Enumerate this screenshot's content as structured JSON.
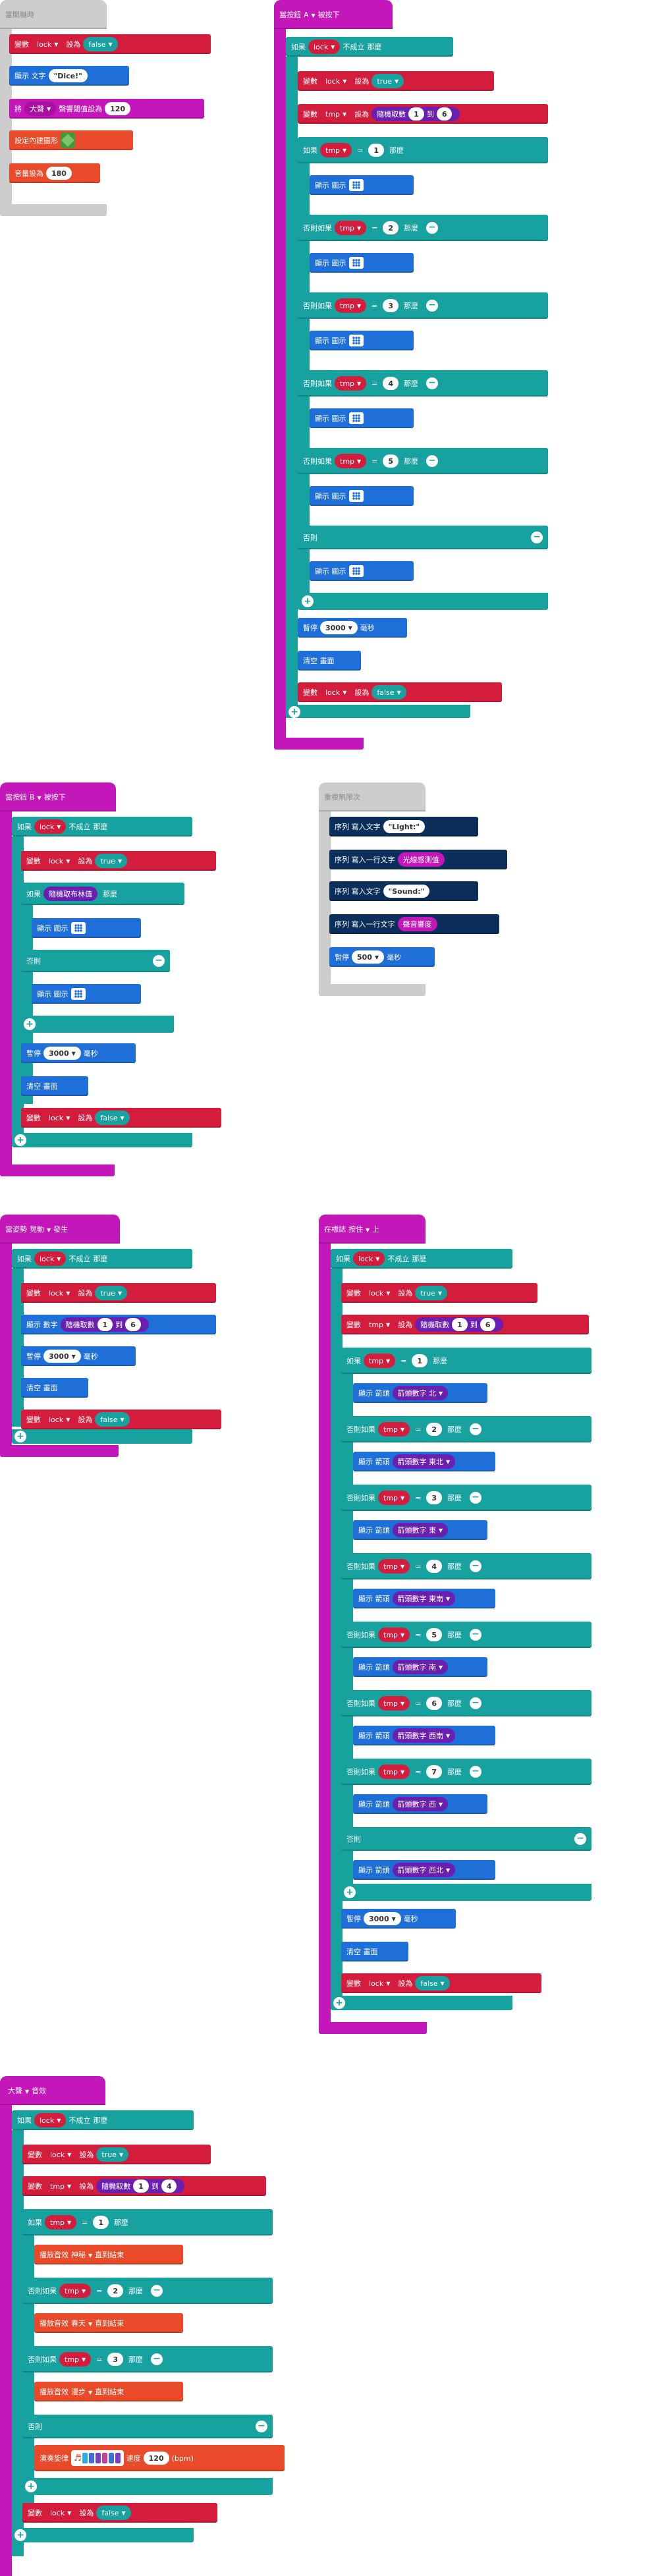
{
  "start": {
    "hat": "當開機時",
    "set_var": "變數",
    "var": "lock",
    "set_to": "設為",
    "val_false": "false",
    "show_text": "顯示 文字",
    "text": "\"Dice!\"",
    "set_sound": "將",
    "loud": "大聲",
    "sound_mid": "聲響閾值設為",
    "threshold": "120",
    "set_icon": "設定內建圖形",
    "volume": "音量設為",
    "volume_val": "180"
  },
  "buttonA": {
    "hat_pre": "當按鈕",
    "btn": "A",
    "hat_post": "被按下",
    "if": "如果",
    "not": "不成立",
    "then": "那麼",
    "set": "變數",
    "to": "設為",
    "true": "true",
    "false": "false",
    "tmp": "tmp",
    "rand": "隨機取數",
    "rto": "到",
    "r1": "1",
    "r6": "6",
    "eq": "=",
    "elseif": "否則如果",
    "else": "否則",
    "show_icon": "顯示 圖示",
    "pause": "暫停",
    "ms_val": "3000",
    "ms": "毫秒",
    "clear": "清空 畫面",
    "n1": "1",
    "n2": "2",
    "n3": "3",
    "n4": "4",
    "n5": "5"
  },
  "serial": {
    "hat": "重複無限次",
    "write_text": "序列 寫入文字",
    "write_line": "序列 寫入一行文字",
    "light": "\"Light:\"",
    "light_val": "光線感測值",
    "sound": "\"Sound:\"",
    "sound_val": "聲音響度",
    "pause": "暫停",
    "ms_val": "500",
    "ms": "毫秒"
  },
  "buttonB": {
    "hat_pre": "當按鈕",
    "btn": "B",
    "hat_post": "被按下",
    "rand_bool": "隨機取布林值"
  },
  "gesture": {
    "hat_pre": "當姿勢",
    "g": "晃動",
    "hat_post": "發生",
    "show_num": "顯示 數字"
  },
  "logo": {
    "hat_pre": "在標誌",
    "g": "按住",
    "hat_post": "上",
    "show_arrow": "顯示 箭頭",
    "arrow_pre": "箭頭數字",
    "dirs": [
      "北",
      "東北",
      "東",
      "東南",
      "南",
      "西南",
      "西",
      "西北"
    ],
    "n6": "6",
    "n7": "7"
  },
  "loud": {
    "hat_pre": "大聲",
    "hat_post": "音效",
    "r4": "4",
    "play": "播放音效",
    "until": "直到結束",
    "s1": "神秘",
    "s2": "春天",
    "s3": "漫步",
    "melody": "演奏旋律",
    "speed": "速度",
    "bpm_val": "120",
    "bpm": "(bpm)"
  }
}
